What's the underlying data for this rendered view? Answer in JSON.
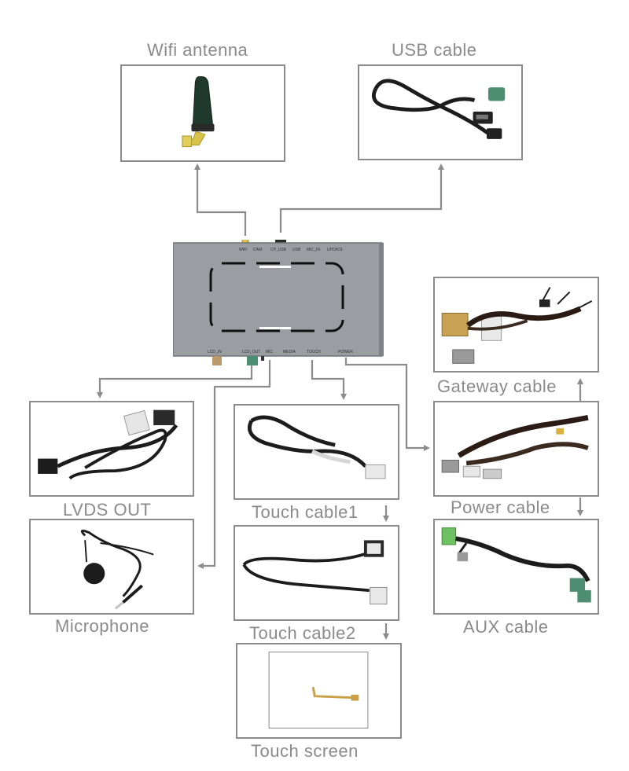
{
  "labels": {
    "wifi_antenna": "Wifi antenna",
    "usb_cable": "USB cable",
    "gateway_cable": "Gateway cable",
    "power_cable": "Power cable",
    "aux_cable": "AUX cable",
    "lvds_out": "LVDS OUT",
    "touch_cable1": "Touch cable1",
    "touch_cable2": "Touch cable2",
    "microphone": "Microphone",
    "touch_screen": "Touch screen"
  },
  "unit_ports_top": [
    "WIFI",
    "CAM",
    "CP_USB",
    "USB",
    "MIC_IN",
    "UPDATE"
  ],
  "unit_ports_bottom": [
    "LCD_IN",
    "LCD_OUT",
    "MIC",
    "MEDIA",
    "TOUCH",
    "POWER"
  ],
  "colors": {
    "line": "#8c8c8c",
    "label_text": "#8a8a8a",
    "unit_body": "#9a9ea3",
    "cable_dark": "#1c1c1c",
    "connector_green": "#4e8f73",
    "connector_tan": "#b9986a",
    "antenna_gold": "#d8c24a"
  },
  "icons": [
    "antenna-icon",
    "usb-cable-icon",
    "gateway-harness-icon",
    "power-harness-icon",
    "aux-cable-icon",
    "lvds-cable-icon",
    "touch-cable-icon",
    "microphone-icon",
    "touch-screen-icon"
  ]
}
